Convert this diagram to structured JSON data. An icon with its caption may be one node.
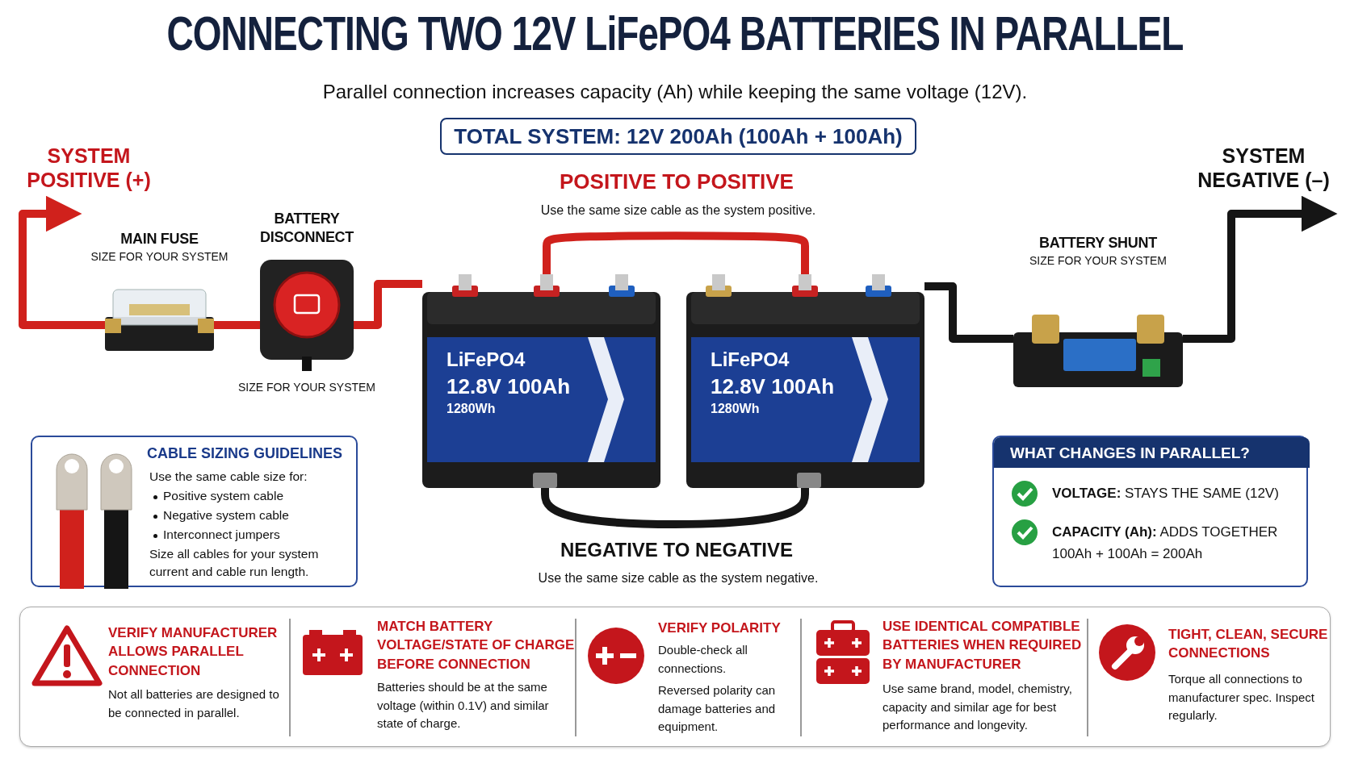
{
  "diagram": {
    "title": "CONNECTING TWO 12V LiFePO4 BATTERIES IN PARALLEL",
    "nodes": [
      {
        "text": [
          "MAIN FUSE",
          "SIZE FOR YOUR SYSTEM"
        ]
      },
      {
        "text": [
          "BATTERY DISCONNECT"
        ],
        "beside": [
          "SIZE FOR YOUR SYSTEM"
        ]
      },
      {
        "text": [
          "LiFePO4",
          "12.8V 100Ah",
          "1280Wh"
        ]
      },
      {
        "text": [
          "LiFePO4",
          "12.8V 100Ah",
          "1280Wh"
        ]
      },
      {
        "text": [
          "BATTERY SHUNT",
          "SIZE FOR YOUR SYSTEM"
        ]
      },
      {
        "text": [
          "CABLE SIZING GUIDELINES",
          "Use the same cable size for:",
          "Positive system cable",
          "Negative system cable",
          "Interconnect jumpers",
          "Size all cables for your system current and cable run length."
        ]
      },
      {
        "text": [
          "WHAT CHANGES IN PARALLEL?",
          "**VOLTAGE:** STAYS THE SAME (12V)",
          "**CAPACITY (Ah):** ADDS TOGETHER 100Ah + 100Ah = 200Ah"
        ]
      },
      {
        "text": [
          "TOTAL SYSTEM: 12V 200Ah (100Ah + 100Ah)"
        ]
      },
      {
        "text": [
          "SYSTEM POSITIVE (+)"
        ]
      },
      {
        "text": [
          "SYSTEM NEGATIVE (–)"
        ]
      },
      {
        "text": [
          "VERIFY MANUFACTURER ALLOWS PARALLEL CONNECTION",
          "Not all batteries are designed to be connected in parallel.",
          "MATCH BATTERY VOLTAGE/STATE OF CHARGE BEFORE CONNECTION",
          "Batteries should be at the same voltage (within 0.1V) and similar state of charge.",
          "VERIFY POLARITY",
          "Double-check all connections.",
          "Reversed polarity can damage batteries and equipment.",
          "USE IDENTICAL COMPATIBLE BATTERIES WHEN REQUIRED BY MANUFACTURER",
          "Use same brand, model, chemistry, capacity and similar age for best performance and longevity.",
          "TIGHT, CLEAN, SECURE CONNECTIONS",
          "Torque all connections to manufacturer spec. Inspect regularly."
        ]
      }
    ],
    "edges": [
      {
        "from": 0,
        "to": 8,
        "arrow": "to"
      },
      {
        "from": 0,
        "to": 1,
        "arrow": "none"
      },
      {
        "from": 1,
        "to": 2,
        "arrow": "none"
      },
      {
        "from": 2,
        "to": 3,
        "arrow": "none",
        "label": "POSITIVE TO POSITIVE"
      },
      {
        "from": 2,
        "to": 3,
        "arrow": "none",
        "label": "NEGATIVE TO NEGATIVE",
        "color": "#151515"
      },
      {
        "from": 3,
        "to": 4,
        "arrow": "none",
        "color": "#151515"
      },
      {
        "from": 4,
        "to": 9,
        "arrow": "to",
        "color": "#151515"
      }
    ],
    "labels": [
      "Parallel connection increases capacity (Ah) while keeping the same voltage (12V).",
      "Use the same size cable as the system positive.",
      "Use the same size cable as the system negative."
    ]
  }
}
